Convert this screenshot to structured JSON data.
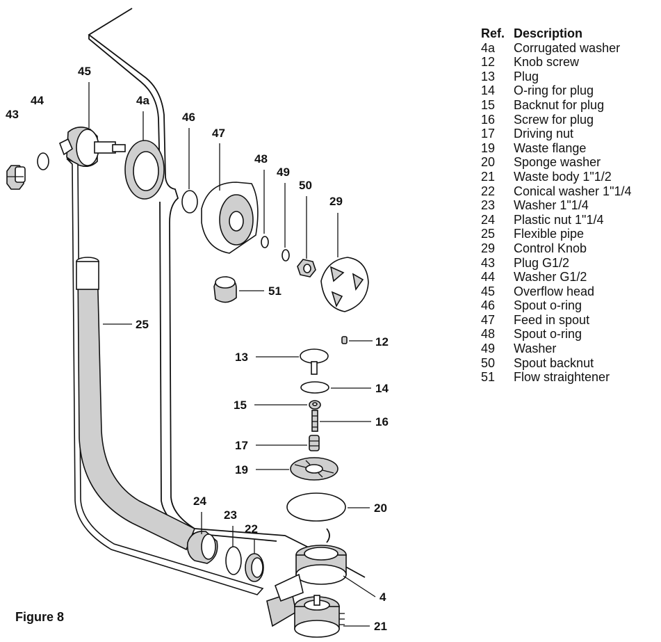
{
  "figure_label": "Figure 8",
  "table": {
    "header_ref": "Ref.",
    "header_description": "Description",
    "rows": [
      {
        "ref": "4a",
        "description": "Corrugated washer"
      },
      {
        "ref": "12",
        "description": "Knob screw"
      },
      {
        "ref": "13",
        "description": "Plug"
      },
      {
        "ref": "14",
        "description": "O-ring for plug"
      },
      {
        "ref": "15",
        "description": "Backnut for plug"
      },
      {
        "ref": "16",
        "description": "Screw for plug"
      },
      {
        "ref": "17",
        "description": "Driving nut"
      },
      {
        "ref": "19",
        "description": "Waste flange"
      },
      {
        "ref": "20",
        "description": "Sponge washer"
      },
      {
        "ref": "21",
        "description": "Waste body  1\"1/2"
      },
      {
        "ref": "22",
        "description": "Conical washer 1\"1/4"
      },
      {
        "ref": "23",
        "description": "Washer 1\"1/4"
      },
      {
        "ref": "24",
        "description": "Plastic nut 1\"1/4"
      },
      {
        "ref": "25",
        "description": "Flexible pipe"
      },
      {
        "ref": "29",
        "description": "Control Knob"
      },
      {
        "ref": "43",
        "description": "Plug G1/2"
      },
      {
        "ref": "44",
        "description": "Washer G1/2"
      },
      {
        "ref": "45",
        "description": "Overflow head"
      },
      {
        "ref": "46",
        "description": "Spout o-ring"
      },
      {
        "ref": "47",
        "description": "Feed in spout"
      },
      {
        "ref": "48",
        "description": "Spout o-ring"
      },
      {
        "ref": "49",
        "description": "Washer"
      },
      {
        "ref": "50",
        "description": "Spout backnut"
      },
      {
        "ref": "51",
        "description": "Flow straightener"
      }
    ]
  },
  "callouts": {
    "c43": "43",
    "c44": "44",
    "c45": "45",
    "c4a": "4a",
    "c46": "46",
    "c47": "47",
    "c48": "48",
    "c49": "49",
    "c50": "50",
    "c29": "29",
    "c51": "51",
    "c25": "25",
    "c12": "12",
    "c13": "13",
    "c14": "14",
    "c15": "15",
    "c16": "16",
    "c17": "17",
    "c19": "19",
    "c20": "20",
    "c24": "24",
    "c23": "23",
    "c22": "22",
    "c4": "4",
    "c21": "21"
  }
}
